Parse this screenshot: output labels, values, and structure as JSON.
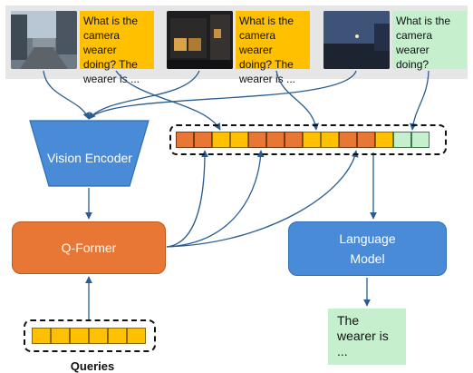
{
  "frames": [
    {
      "question": "What is the camera wearer doing? The wearer is ...",
      "bubble_color": "#ffc000",
      "scene": "street-day"
    },
    {
      "question": "What is the camera wearer doing? The wearer is ...",
      "bubble_color": "#ffc000",
      "scene": "night-building"
    },
    {
      "question": "What is the camera wearer doing?",
      "bubble_color": "#c6efce",
      "scene": "dusk-street"
    }
  ],
  "vision_encoder": {
    "label": "Vision Encoder",
    "color": "#4a8bd8"
  },
  "q_former": {
    "label": "Q-Former",
    "color": "#e87634"
  },
  "language_model": {
    "label": "Language Model",
    "color": "#4a8bd8"
  },
  "answer": {
    "text": "The wearer is ..."
  },
  "queries": {
    "label": "Queries",
    "count": 6,
    "color": "#ffc000"
  },
  "token_sequence": [
    "orange",
    "orange",
    "yellow",
    "yellow",
    "orange",
    "orange",
    "orange",
    "yellow",
    "yellow",
    "orange",
    "orange",
    "yellow",
    "green",
    "green"
  ],
  "colors": {
    "orange": "#e87634",
    "yellow": "#ffc000",
    "green": "#c6efce",
    "blue": "#4a8bd8",
    "arrow": "#2a5d8f"
  }
}
